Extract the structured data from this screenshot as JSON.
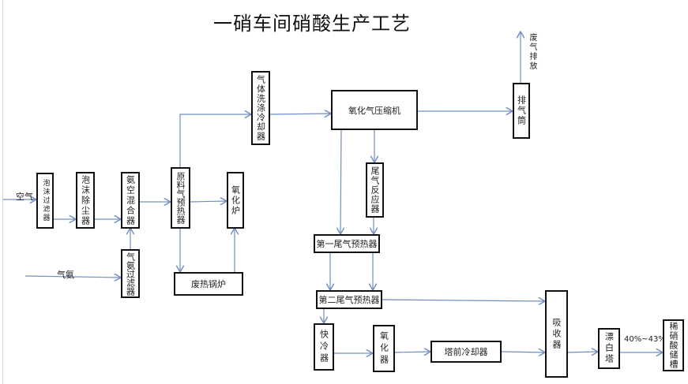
{
  "title": "一硝车间硝酸生产工艺",
  "colors": {
    "flow_line": "#6f8fc0",
    "box_border": "#111111"
  },
  "labels": {
    "air": "空气",
    "ammonia_gas": "气氨",
    "exhaust": "废气排放",
    "concentration": "40%~43%"
  },
  "units": {
    "foam_filter": "泡沫过滤器",
    "foam_dust_remover": "泡沫除尘器",
    "ammonia_air_mixer": "氨空混合器",
    "feed_gas_preheater": "原料气预热器",
    "oxidation_furnace": "氧化炉",
    "ammonia_filter": "气氨过滤器",
    "waste_heat_boiler": "废热锅炉",
    "gas_wash_cooler": "气体洗涤冷却器",
    "oxide_gas_compressor": "氧化气压缩机",
    "exhaust_stack": "排气筒",
    "tail_gas_reactor": "尾气反应器",
    "first_tail_gas_preheater": "第一尾气预热器",
    "second_tail_gas_preheater": "第二尾气预热器",
    "quench_cooler": "快冷器",
    "oxidizer": "氧化器",
    "pre_tower_cooler": "塔前冷却器",
    "absorber": "吸收器",
    "bleaching_tower": "漂白塔",
    "dilute_acid_tank": "稀硝酸储槽"
  }
}
